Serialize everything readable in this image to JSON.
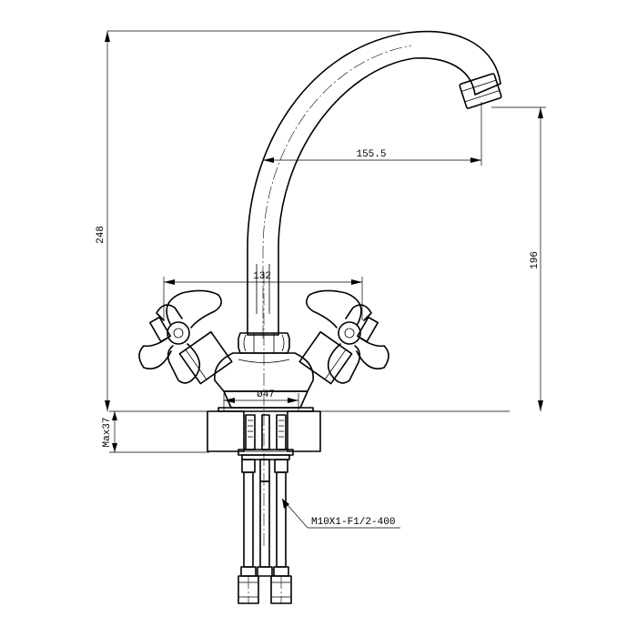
{
  "dimensions": {
    "total_height": "248",
    "spout_reach": "155.5",
    "spout_height": "196",
    "handle_span": "132",
    "body_diameter": "ø47",
    "max_counter_thickness": "Max37"
  },
  "callouts": {
    "hose_spec": "M10X1-F1/2-400"
  }
}
